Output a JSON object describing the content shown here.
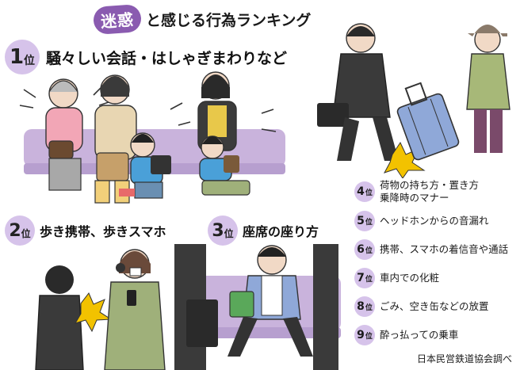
{
  "title": {
    "badge": "迷惑",
    "rest": "と感じる行為ランキング"
  },
  "rankings": [
    {
      "num": "1",
      "unit": "位",
      "text": "騒々しい会話・はしゃぎまわりなど"
    },
    {
      "num": "2",
      "unit": "位",
      "text": "歩き携帯、歩きスマホ"
    },
    {
      "num": "3",
      "unit": "位",
      "text": "座席の座り方"
    }
  ],
  "list": [
    {
      "num": "4",
      "unit": "位",
      "lines": [
        "荷物の持ち方・置き方",
        "乗降時のマナー"
      ]
    },
    {
      "num": "5",
      "unit": "位",
      "lines": [
        "ヘッドホンからの音漏れ"
      ]
    },
    {
      "num": "6",
      "unit": "位",
      "lines": [
        "携帯、スマホの着信音や通話"
      ]
    },
    {
      "num": "7",
      "unit": "位",
      "lines": [
        "車内での化粧"
      ]
    },
    {
      "num": "8",
      "unit": "位",
      "lines": [
        "ごみ、空き缶などの放置"
      ]
    },
    {
      "num": "9",
      "unit": "位",
      "lines": [
        "酔っ払っての乗車"
      ]
    }
  ],
  "credit": "日本民営鉄道協会調べ",
  "colors": {
    "accent": "#8a5bb0",
    "rank_circle": "#d6c3ea",
    "seat": "#c9b3dc",
    "luggage": "#8fa8d8",
    "impact": "#f2c200"
  },
  "icons": [
    "illustration-noisy-passengers",
    "illustration-luggage-trip",
    "illustration-walking-smartphone",
    "illustration-seat-spread"
  ]
}
